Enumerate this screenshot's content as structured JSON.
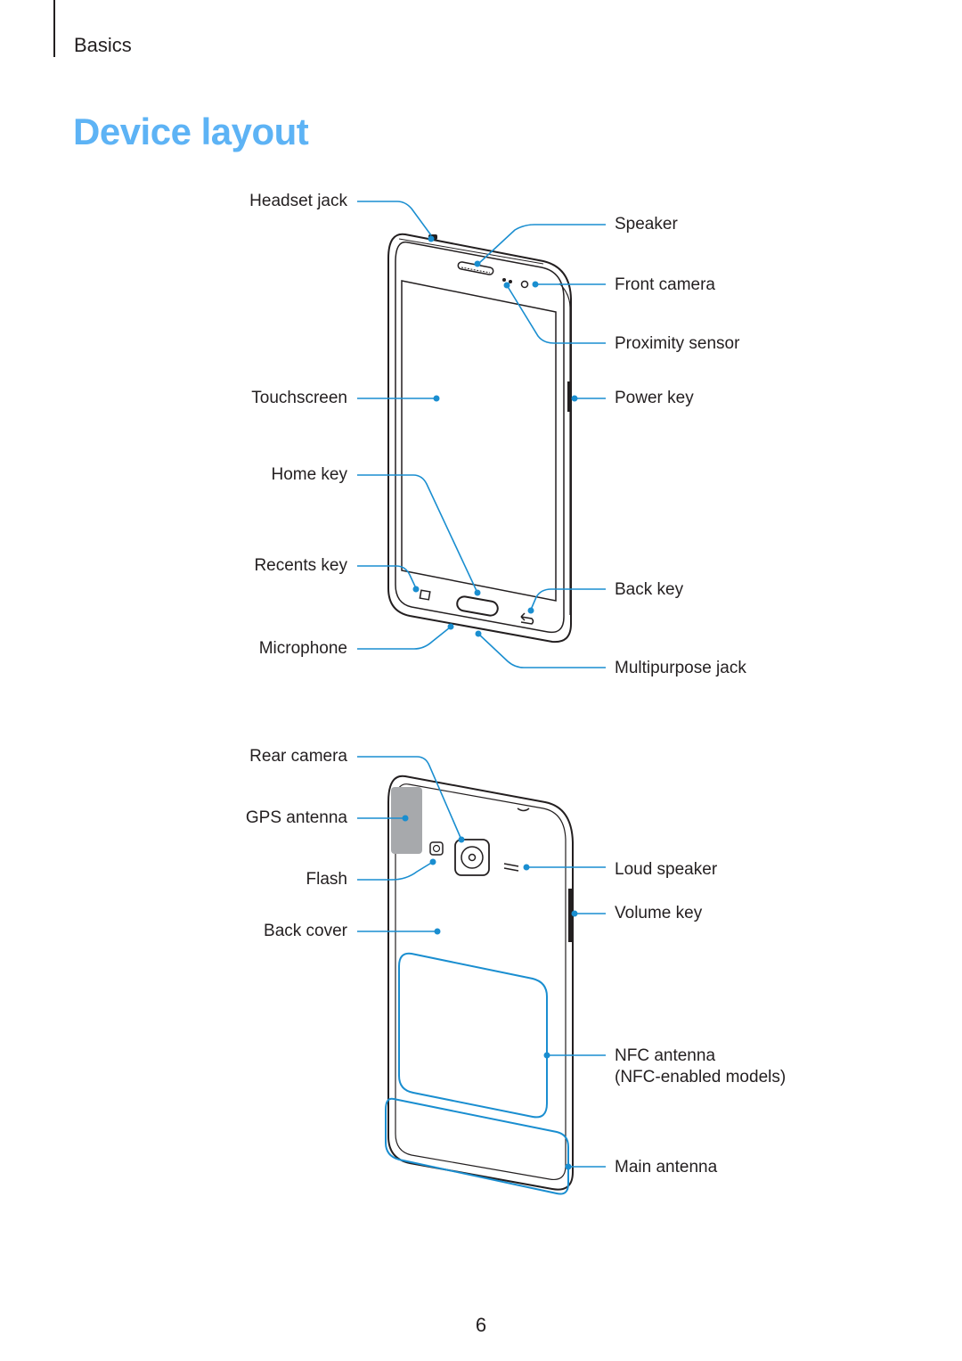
{
  "header": {
    "section": "Basics"
  },
  "page_title": "Device layout",
  "page_number": "6",
  "colors": {
    "accent": "#5db3f5",
    "callout": "#1a8ed0",
    "outline": "#231f20",
    "gps_antenna_fill": "#a7a9ac"
  },
  "front_view": {
    "left_labels": {
      "headset_jack": "Headset jack",
      "touchscreen": "Touchscreen",
      "home_key": "Home key",
      "recents_key": "Recents key",
      "microphone": "Microphone"
    },
    "right_labels": {
      "speaker": "Speaker",
      "front_camera": "Front camera",
      "proximity_sensor": "Proximity sensor",
      "power_key": "Power key",
      "back_key": "Back key",
      "multipurpose_jack": "Multipurpose jack"
    }
  },
  "rear_view": {
    "left_labels": {
      "rear_camera": "Rear camera",
      "gps_antenna": "GPS antenna",
      "flash": "Flash",
      "back_cover": "Back cover"
    },
    "right_labels": {
      "loud_speaker": "Loud speaker",
      "volume_key": "Volume key",
      "nfc_antenna_line1": "NFC antenna",
      "nfc_antenna_line2": "(NFC-enabled models)",
      "main_antenna": "Main antenna"
    }
  }
}
